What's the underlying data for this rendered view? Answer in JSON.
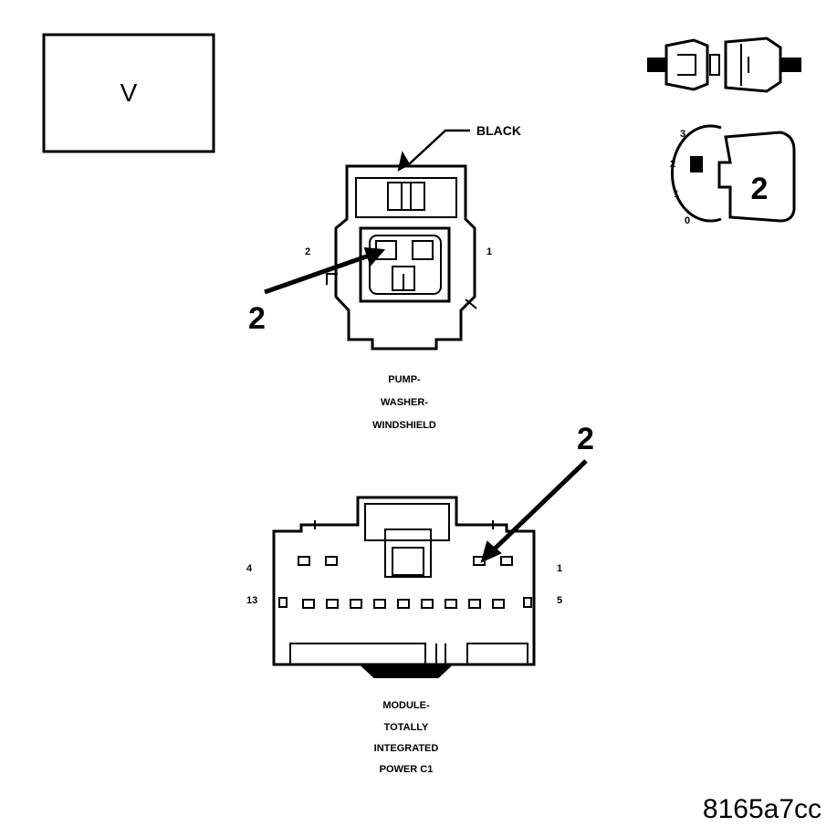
{
  "box_letter": "V",
  "key_icon": {
    "positions": [
      "3",
      "2",
      "1",
      "0"
    ],
    "key_label": "2"
  },
  "connector_pump": {
    "wire_color": "BLACK",
    "pin_left": "2",
    "pin_right": "1",
    "callout": "2",
    "title_lines": [
      "PUMP-",
      "WASHER-",
      "WINDSHIELD"
    ]
  },
  "connector_tipm": {
    "callout": "2",
    "pin_top_left": "4",
    "pin_top_right": "1",
    "pin_bottom_left": "13",
    "pin_bottom_right": "5",
    "title_lines": [
      "MODULE-",
      "TOTALLY",
      "INTEGRATED",
      "POWER C1"
    ]
  },
  "figure_id": "8165a7cc",
  "colors": {
    "ink": "#000000",
    "paper": "#ffffff"
  }
}
